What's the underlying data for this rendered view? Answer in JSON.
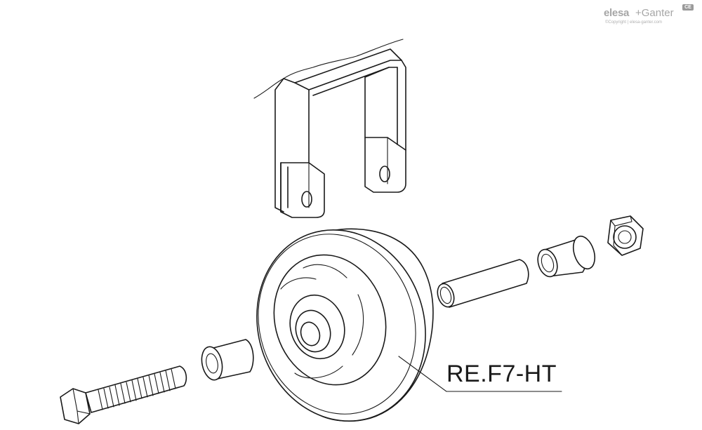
{
  "logo": {
    "brand_a": "elesa",
    "brand_b": "+Ganter",
    "copyright": "©Copyright | elesa-ganter.com",
    "badge": "CE"
  },
  "drawing": {
    "label": "RE.F7-HT"
  }
}
